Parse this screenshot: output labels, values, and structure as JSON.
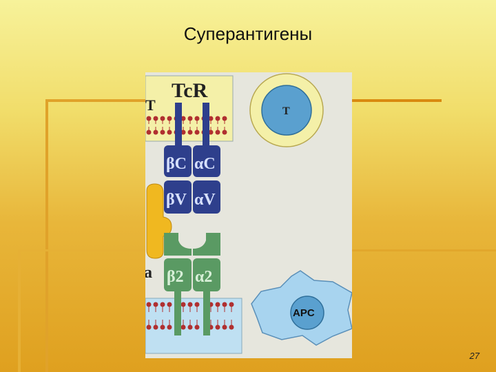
{
  "slide": {
    "title": "Суперантигены",
    "page_number": "27"
  },
  "diagram": {
    "tcr_label": "TcR",
    "t_fragment": "T",
    "t_cell_label": "T",
    "beta_c": "βC",
    "alpha_c": "αC",
    "beta_v": "βV",
    "alpha_v": "αV",
    "beta2": "β2",
    "alpha2": "α2",
    "a_fragment": "a",
    "apc_label": "APC"
  },
  "colors": {
    "background_top": "#f7f29a",
    "background_bottom": "#dfa01f",
    "tcr_domain": "#2e3f8c",
    "mhc_domain": "#5a9a63",
    "superantigen": "#f0b820",
    "membrane_box": "#f4f0a8",
    "cell_blue": "#a8d4ef",
    "nucleus_blue": "#5aa0cf"
  }
}
